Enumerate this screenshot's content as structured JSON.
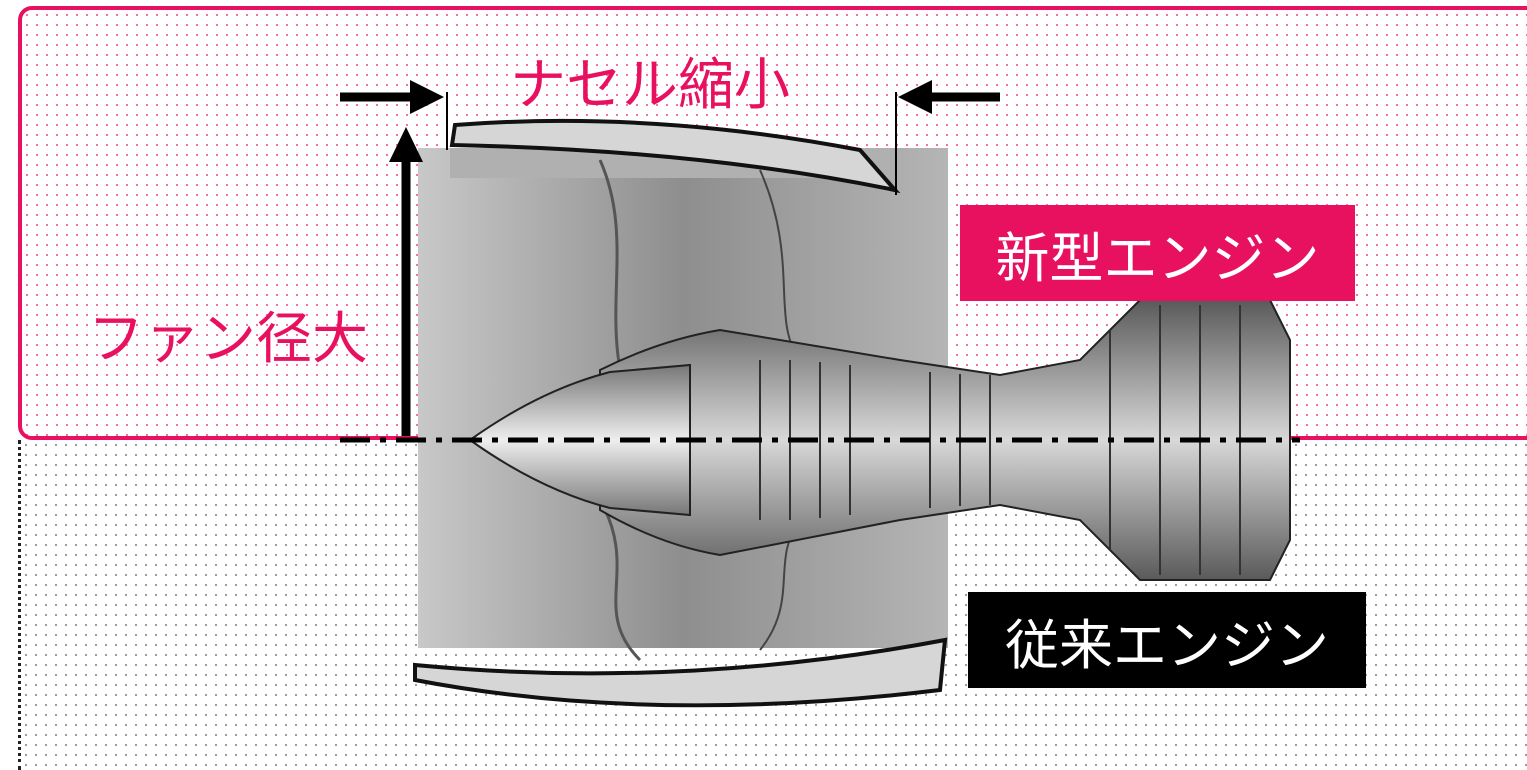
{
  "labels": {
    "nacelle": "ナセル縮小",
    "fan": "ファン径大",
    "new_engine": "新型エンジン",
    "old_engine": "従来エンジン"
  },
  "colors": {
    "accent": "#e8115f",
    "dark": "#000000"
  }
}
